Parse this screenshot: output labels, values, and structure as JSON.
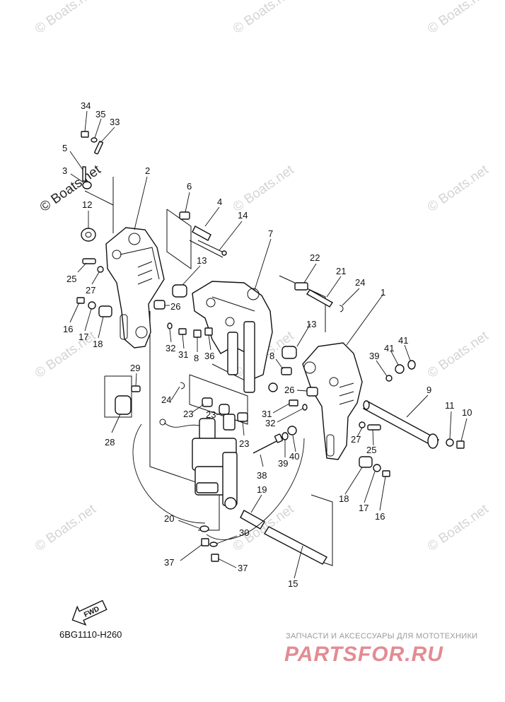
{
  "diagram_code": "6BG1110-H260",
  "fwd_label": "FWD",
  "watermark_text": "© Boats.net",
  "ad": {
    "tagline": "ЗАПЧАСТИ И АКСЕССУАРЫ ДЛЯ МОТОТЕХНИКИ",
    "brand": "PARTSFOR.RU"
  },
  "callouts": [
    {
      "id": "34",
      "label": "34"
    },
    {
      "id": "35",
      "label": "35"
    },
    {
      "id": "33",
      "label": "33"
    },
    {
      "id": "5",
      "label": "5"
    },
    {
      "id": "3",
      "label": "3"
    },
    {
      "id": "2",
      "label": "2"
    },
    {
      "id": "12",
      "label": "12"
    },
    {
      "id": "6",
      "label": "6"
    },
    {
      "id": "4",
      "label": "4"
    },
    {
      "id": "14",
      "label": "14"
    },
    {
      "id": "7",
      "label": "7"
    },
    {
      "id": "22",
      "label": "22"
    },
    {
      "id": "21",
      "label": "21"
    },
    {
      "id": "24a",
      "label": "24"
    },
    {
      "id": "25a",
      "label": "25"
    },
    {
      "id": "27a",
      "label": "27"
    },
    {
      "id": "13a",
      "label": "13"
    },
    {
      "id": "16a",
      "label": "16"
    },
    {
      "id": "17a",
      "label": "17"
    },
    {
      "id": "18a",
      "label": "18"
    },
    {
      "id": "26a",
      "label": "26"
    },
    {
      "id": "32a",
      "label": "32"
    },
    {
      "id": "31a",
      "label": "31"
    },
    {
      "id": "8a",
      "label": "8"
    },
    {
      "id": "36",
      "label": "36"
    },
    {
      "id": "13b",
      "label": "13"
    },
    {
      "id": "1",
      "label": "1"
    },
    {
      "id": "8b",
      "label": "8"
    },
    {
      "id": "39a",
      "label": "39"
    },
    {
      "id": "41a",
      "label": "41"
    },
    {
      "id": "41b",
      "label": "41"
    },
    {
      "id": "29",
      "label": "29"
    },
    {
      "id": "24b",
      "label": "24"
    },
    {
      "id": "26b",
      "label": "26"
    },
    {
      "id": "9",
      "label": "9"
    },
    {
      "id": "23a",
      "label": "23"
    },
    {
      "id": "23b",
      "label": "23"
    },
    {
      "id": "31b",
      "label": "31"
    },
    {
      "id": "32b",
      "label": "32"
    },
    {
      "id": "11",
      "label": "11"
    },
    {
      "id": "10",
      "label": "10"
    },
    {
      "id": "28",
      "label": "28"
    },
    {
      "id": "23c",
      "label": "23"
    },
    {
      "id": "27b",
      "label": "27"
    },
    {
      "id": "25b",
      "label": "25"
    },
    {
      "id": "38",
      "label": "38"
    },
    {
      "id": "39b",
      "label": "39"
    },
    {
      "id": "40",
      "label": "40"
    },
    {
      "id": "19",
      "label": "19"
    },
    {
      "id": "18b",
      "label": "18"
    },
    {
      "id": "17b",
      "label": "17"
    },
    {
      "id": "16b",
      "label": "16"
    },
    {
      "id": "20",
      "label": "20"
    },
    {
      "id": "30",
      "label": "30"
    },
    {
      "id": "37a",
      "label": "37"
    },
    {
      "id": "37b",
      "label": "37"
    },
    {
      "id": "15",
      "label": "15"
    }
  ]
}
